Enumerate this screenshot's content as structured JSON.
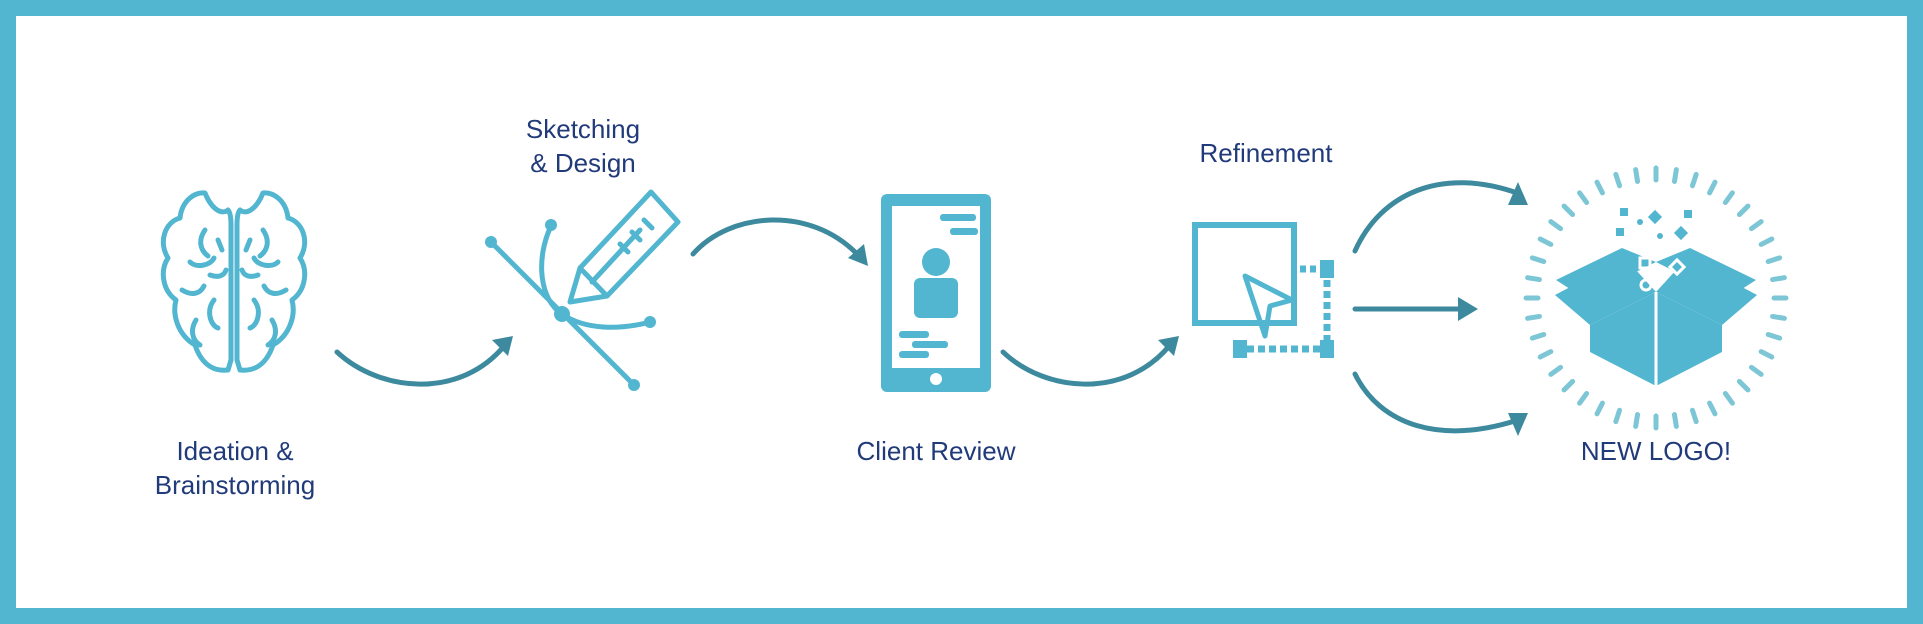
{
  "steps": [
    {
      "label_line1": "Ideation &",
      "label_line2": "Brainstorming",
      "icon": "brain-icon"
    },
    {
      "label_line1": "Sketching",
      "label_line2": "& Design",
      "icon": "pen-ruler-icon"
    },
    {
      "label_line1": "Client Review",
      "icon": "phone-profile-icon"
    },
    {
      "label_line1": "Refinement",
      "icon": "resize-cursor-icon"
    },
    {
      "label_line1": "NEW LOGO!",
      "icon": "open-box-burst-icon"
    }
  ],
  "colors": {
    "frame": "#52b6d0",
    "icon": "#52b6d0",
    "arrow": "#3d8a9e",
    "text": "#213a7a"
  }
}
